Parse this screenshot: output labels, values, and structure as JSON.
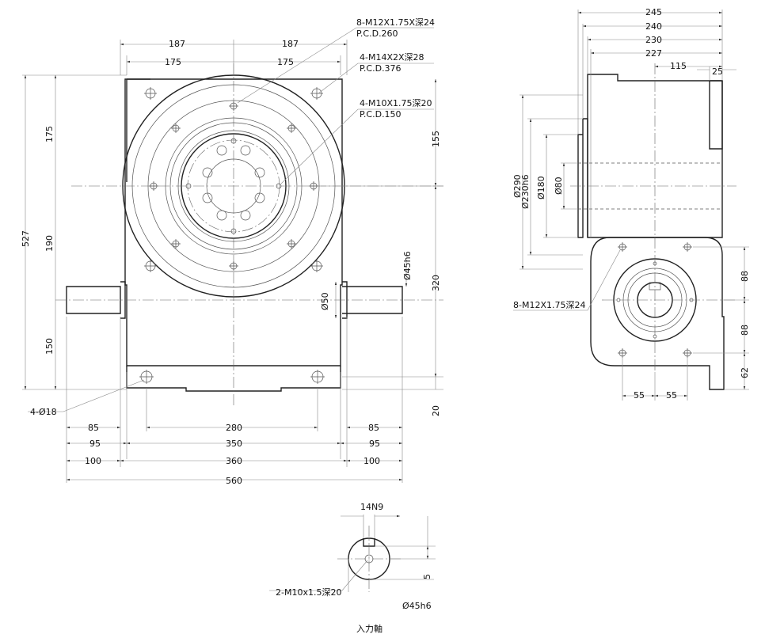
{
  "front_view": {
    "top_dims": [
      "187",
      "187",
      "175",
      "175"
    ],
    "left_dims": [
      "527",
      "175",
      "190",
      "150"
    ],
    "right_dims": [
      "155",
      "320",
      "20"
    ],
    "shaft_dims": [
      "Ø45h6",
      "Ø50"
    ],
    "bottom_dims": [
      "85",
      "280",
      "85",
      "95",
      "350",
      "95",
      "100",
      "360",
      "100",
      "560"
    ],
    "callouts": {
      "c1_line1": "8-M12X1.75X深24",
      "c1_line2": "P.C.D.260",
      "c2_line1": "4-M14X2X深28",
      "c2_line2": "P.C.D.376",
      "c3_line1": "4-M10X1.75深20",
      "c3_line2": "P.C.D.150",
      "c4": "4-Ø18"
    }
  },
  "side_view": {
    "top_dims": [
      "245",
      "240",
      "230",
      "227",
      "115",
      "25"
    ],
    "left_dims": [
      "Ø290",
      "Ø230h6",
      "Ø180",
      "Ø80"
    ],
    "right_dims": [
      "88",
      "88",
      "62"
    ],
    "bottom_dims": [
      "55",
      "55"
    ],
    "callout": "8-M12X1.75深24"
  },
  "shaft_detail": {
    "key_dim": "14N9",
    "right_dim": "5",
    "callout": "2-M10x1.5深20",
    "dia_dim": "Ø45h6",
    "caption": "入力軸"
  }
}
